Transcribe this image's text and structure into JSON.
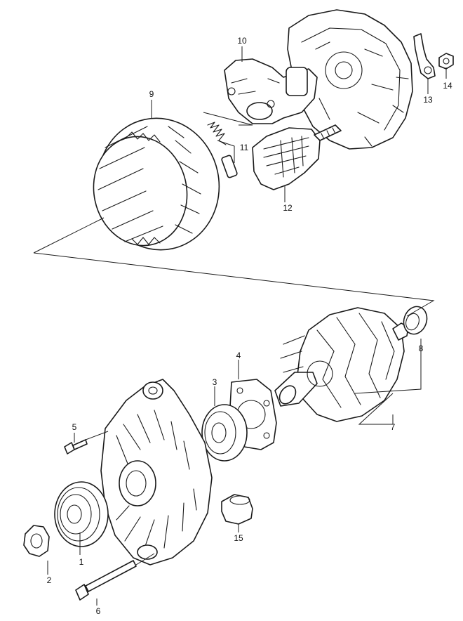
{
  "colors": {
    "line": "#1a1a1a",
    "background": "#ffffff"
  },
  "callouts": {
    "c1": "1",
    "c2": "2",
    "c3": "3",
    "c4": "4",
    "c5": "5",
    "c6": "6",
    "c7": "7",
    "c8": "8",
    "c9": "9",
    "c10": "10",
    "c11": "11",
    "c12": "12",
    "c13": "13",
    "c14": "14",
    "c15": "15"
  }
}
